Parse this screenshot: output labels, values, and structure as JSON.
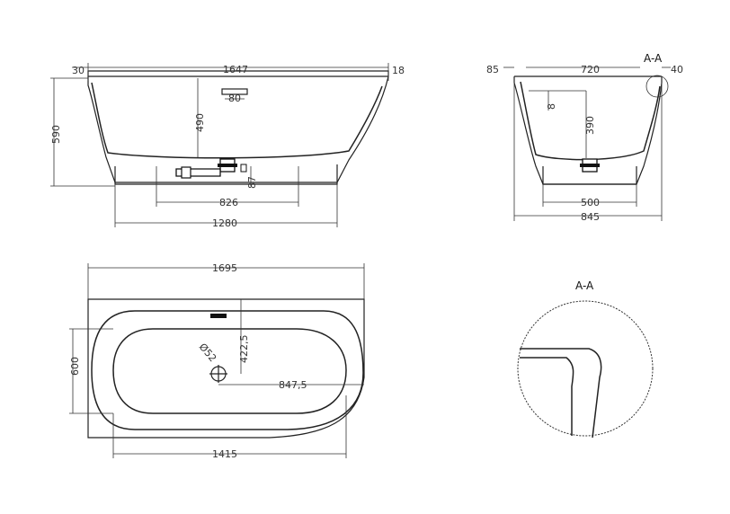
{
  "front_view": {
    "rim_left": "30",
    "overall_length": "1647",
    "rim_right": "18",
    "overflow_width": "80",
    "height": "590",
    "depth": "490",
    "drain_height": "87",
    "base_inner": "826",
    "base_outer": "1280"
  },
  "side_view": {
    "rim": "85",
    "top_width": "720",
    "edge": "40",
    "section_label": "A-A",
    "overflow_offset": "8",
    "depth": "390",
    "base": "500",
    "overall_width": "845"
  },
  "top_view": {
    "overall_length": "1695",
    "width": "600",
    "drain_diameter": "Ø52",
    "drain_y": "422,5",
    "drain_x": "847,5",
    "inner_length": "1415"
  },
  "detail_view": {
    "label": "A-A"
  }
}
